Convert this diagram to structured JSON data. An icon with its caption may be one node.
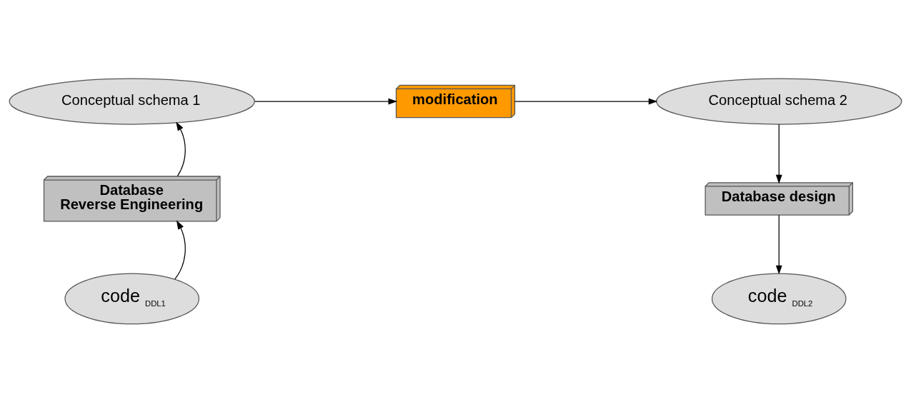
{
  "diagram": {
    "nodes": [
      {
        "text": [
          "Conceptual schema 1"
        ]
      },
      {
        "text": [
          "modification"
        ]
      },
      {
        "text": [
          "Conceptual schema 2"
        ]
      },
      {
        "text": [
          "Database Reverse Engineering"
        ]
      },
      {
        "text": [
          "Database design"
        ]
      },
      {
        "text": [
          "code $_{DDL1}$"
        ]
      },
      {
        "text": [
          "code $_{DDL2}$"
        ]
      }
    ],
    "edges": [
      {
        "from": 5,
        "to": 3,
        "arrow": "to"
      },
      {
        "from": 3,
        "to": 0,
        "arrow": "to"
      },
      {
        "from": 0,
        "to": 1,
        "arrow": "to"
      },
      {
        "from": 1,
        "to": 2,
        "arrow": "to"
      },
      {
        "from": 2,
        "to": 4,
        "arrow": "to"
      },
      {
        "from": 4,
        "to": 6,
        "arrow": "to"
      }
    ]
  }
}
